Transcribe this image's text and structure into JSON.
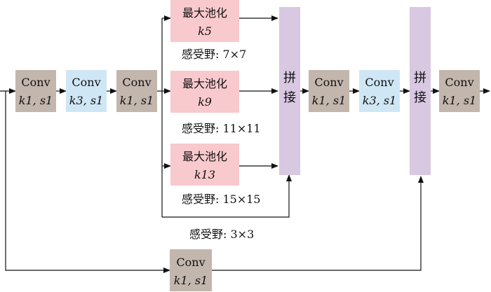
{
  "colors": {
    "conv_gray": "#c3b6ad",
    "conv_blue": "#cfe6f5",
    "pool_pink": "#f8c9cd",
    "concat_purple": "#d8c8e2",
    "line": "#111111"
  },
  "conv_input1": {
    "title": "Conv",
    "param": "k1, s1"
  },
  "conv_input2": {
    "title": "Conv",
    "param": "k3, s1"
  },
  "conv_input3": {
    "title": "Conv",
    "param": "k1, s1"
  },
  "pools": [
    {
      "title": "最大池化",
      "param": "k5",
      "receptive": "感受野: 7×7"
    },
    {
      "title": "最大池化",
      "param": "k9",
      "receptive": "感受野: 11×11"
    },
    {
      "title": "最大池化",
      "param": "k13",
      "receptive": "感受野: 15×15"
    }
  ],
  "skip_receptive": "感受野: 3×3",
  "concat1": {
    "chars": [
      "拼",
      "接"
    ]
  },
  "conv_mid1": {
    "title": "Conv",
    "param": "k1, s1"
  },
  "conv_mid2": {
    "title": "Conv",
    "param": "k3, s1"
  },
  "concat2": {
    "chars": [
      "拼",
      "接"
    ]
  },
  "conv_out": {
    "title": "Conv",
    "param": "k1, s1"
  },
  "conv_bottom": {
    "title": "Conv",
    "param": "k1, s1"
  }
}
